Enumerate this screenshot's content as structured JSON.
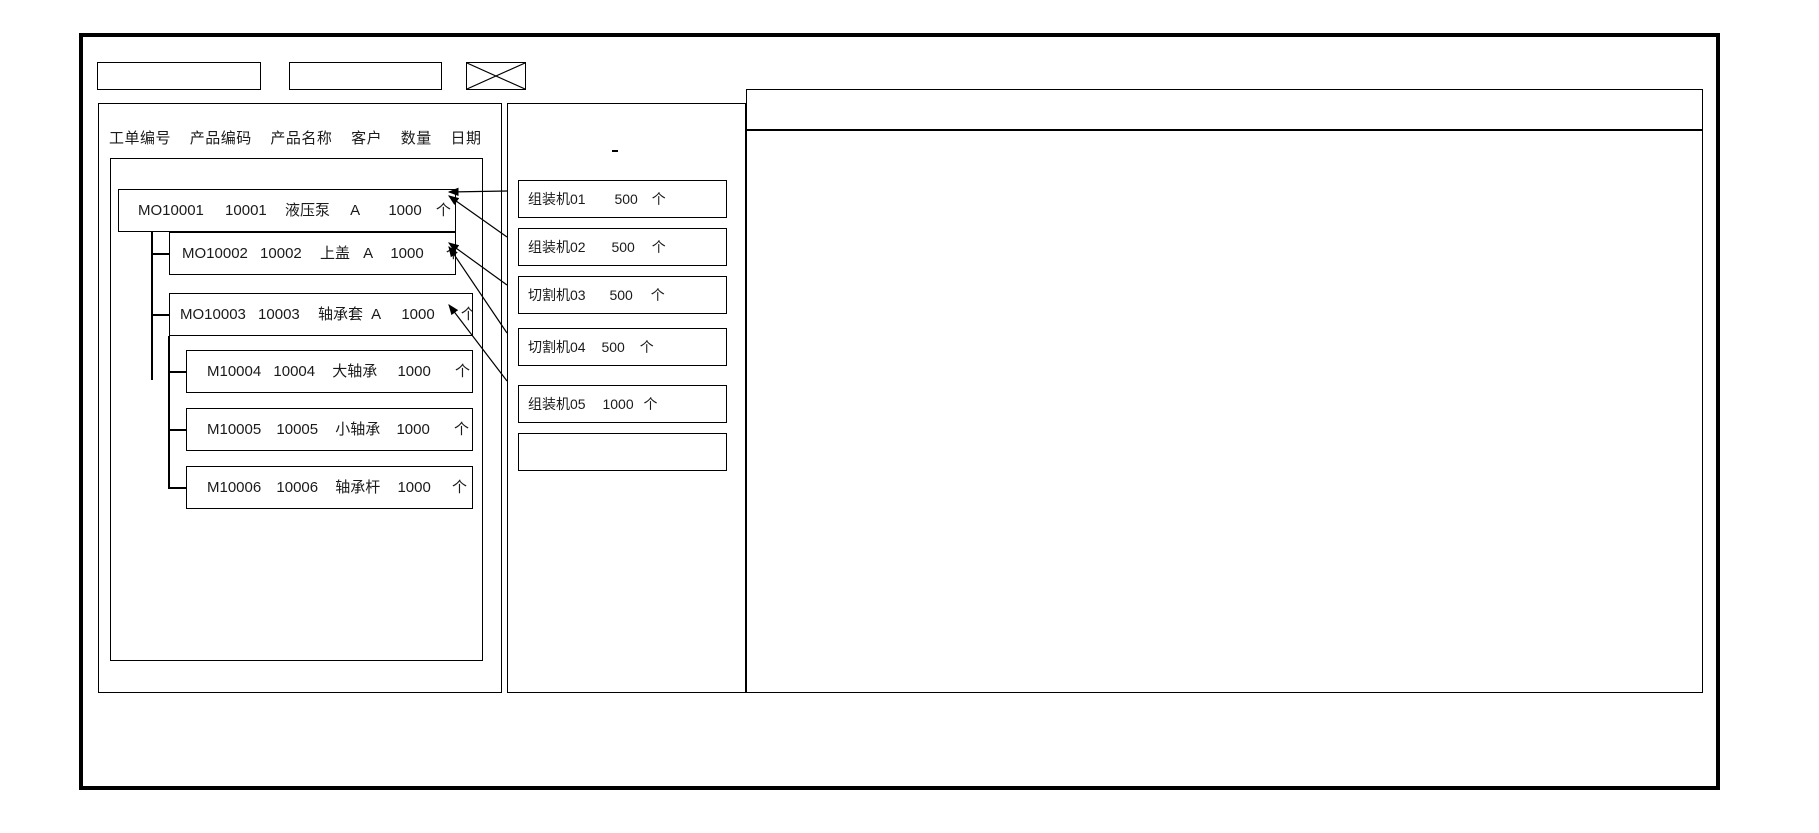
{
  "window": {
    "title": "",
    "toolbar": {
      "field_1_value": "",
      "field_1_placeholder": "",
      "field_2_value": "",
      "field_2_placeholder": "",
      "image_placeholder_label": ""
    }
  },
  "left_panel": {
    "columns": [
      "工单编号",
      "产品编码",
      "产品名称",
      "客户",
      "数量",
      "日期"
    ],
    "rows": [
      {
        "level": 0,
        "order_no": "MO10001",
        "product_code": "10001",
        "product_name": "液压泵",
        "customer": "A",
        "quantity": "1000",
        "unit": "个",
        "date": ""
      },
      {
        "level": 1,
        "order_no": "MO10002",
        "product_code": "10002",
        "product_name": "上盖",
        "customer": "A",
        "quantity": "1000",
        "unit": "个",
        "date": ""
      },
      {
        "level": 1,
        "order_no": "MO10003",
        "product_code": "10003",
        "product_name": "轴承套",
        "customer": "A",
        "quantity": "1000",
        "unit": "个",
        "date": ""
      },
      {
        "level": 2,
        "order_no": "M10004",
        "product_code": "10004",
        "product_name": "大轴承",
        "customer": "",
        "quantity": "1000",
        "unit": "个",
        "date": ""
      },
      {
        "level": 2,
        "order_no": "M10005",
        "product_code": "10005",
        "product_name": "小轴承",
        "customer": "",
        "quantity": "1000",
        "unit": "个",
        "date": ""
      },
      {
        "level": 2,
        "order_no": "M10006",
        "product_code": "10006",
        "product_name": "轴承杆",
        "customer": "",
        "quantity": "1000",
        "unit": "个",
        "date": ""
      }
    ]
  },
  "mid_panel": {
    "machines": [
      {
        "name": "组装机01",
        "quantity": "500",
        "unit": "个"
      },
      {
        "name": "组装机02",
        "quantity": "500",
        "unit": "个"
      },
      {
        "name": "切割机03",
        "quantity": "500",
        "unit": "个"
      },
      {
        "name": "切割机04",
        "quantity": "500",
        "unit": "个"
      },
      {
        "name": "组装机05",
        "quantity": "1000",
        "unit": "个"
      },
      {
        "name": "",
        "quantity": "",
        "unit": ""
      }
    ]
  },
  "right_panel": {
    "header_text": "",
    "body_text": ""
  }
}
